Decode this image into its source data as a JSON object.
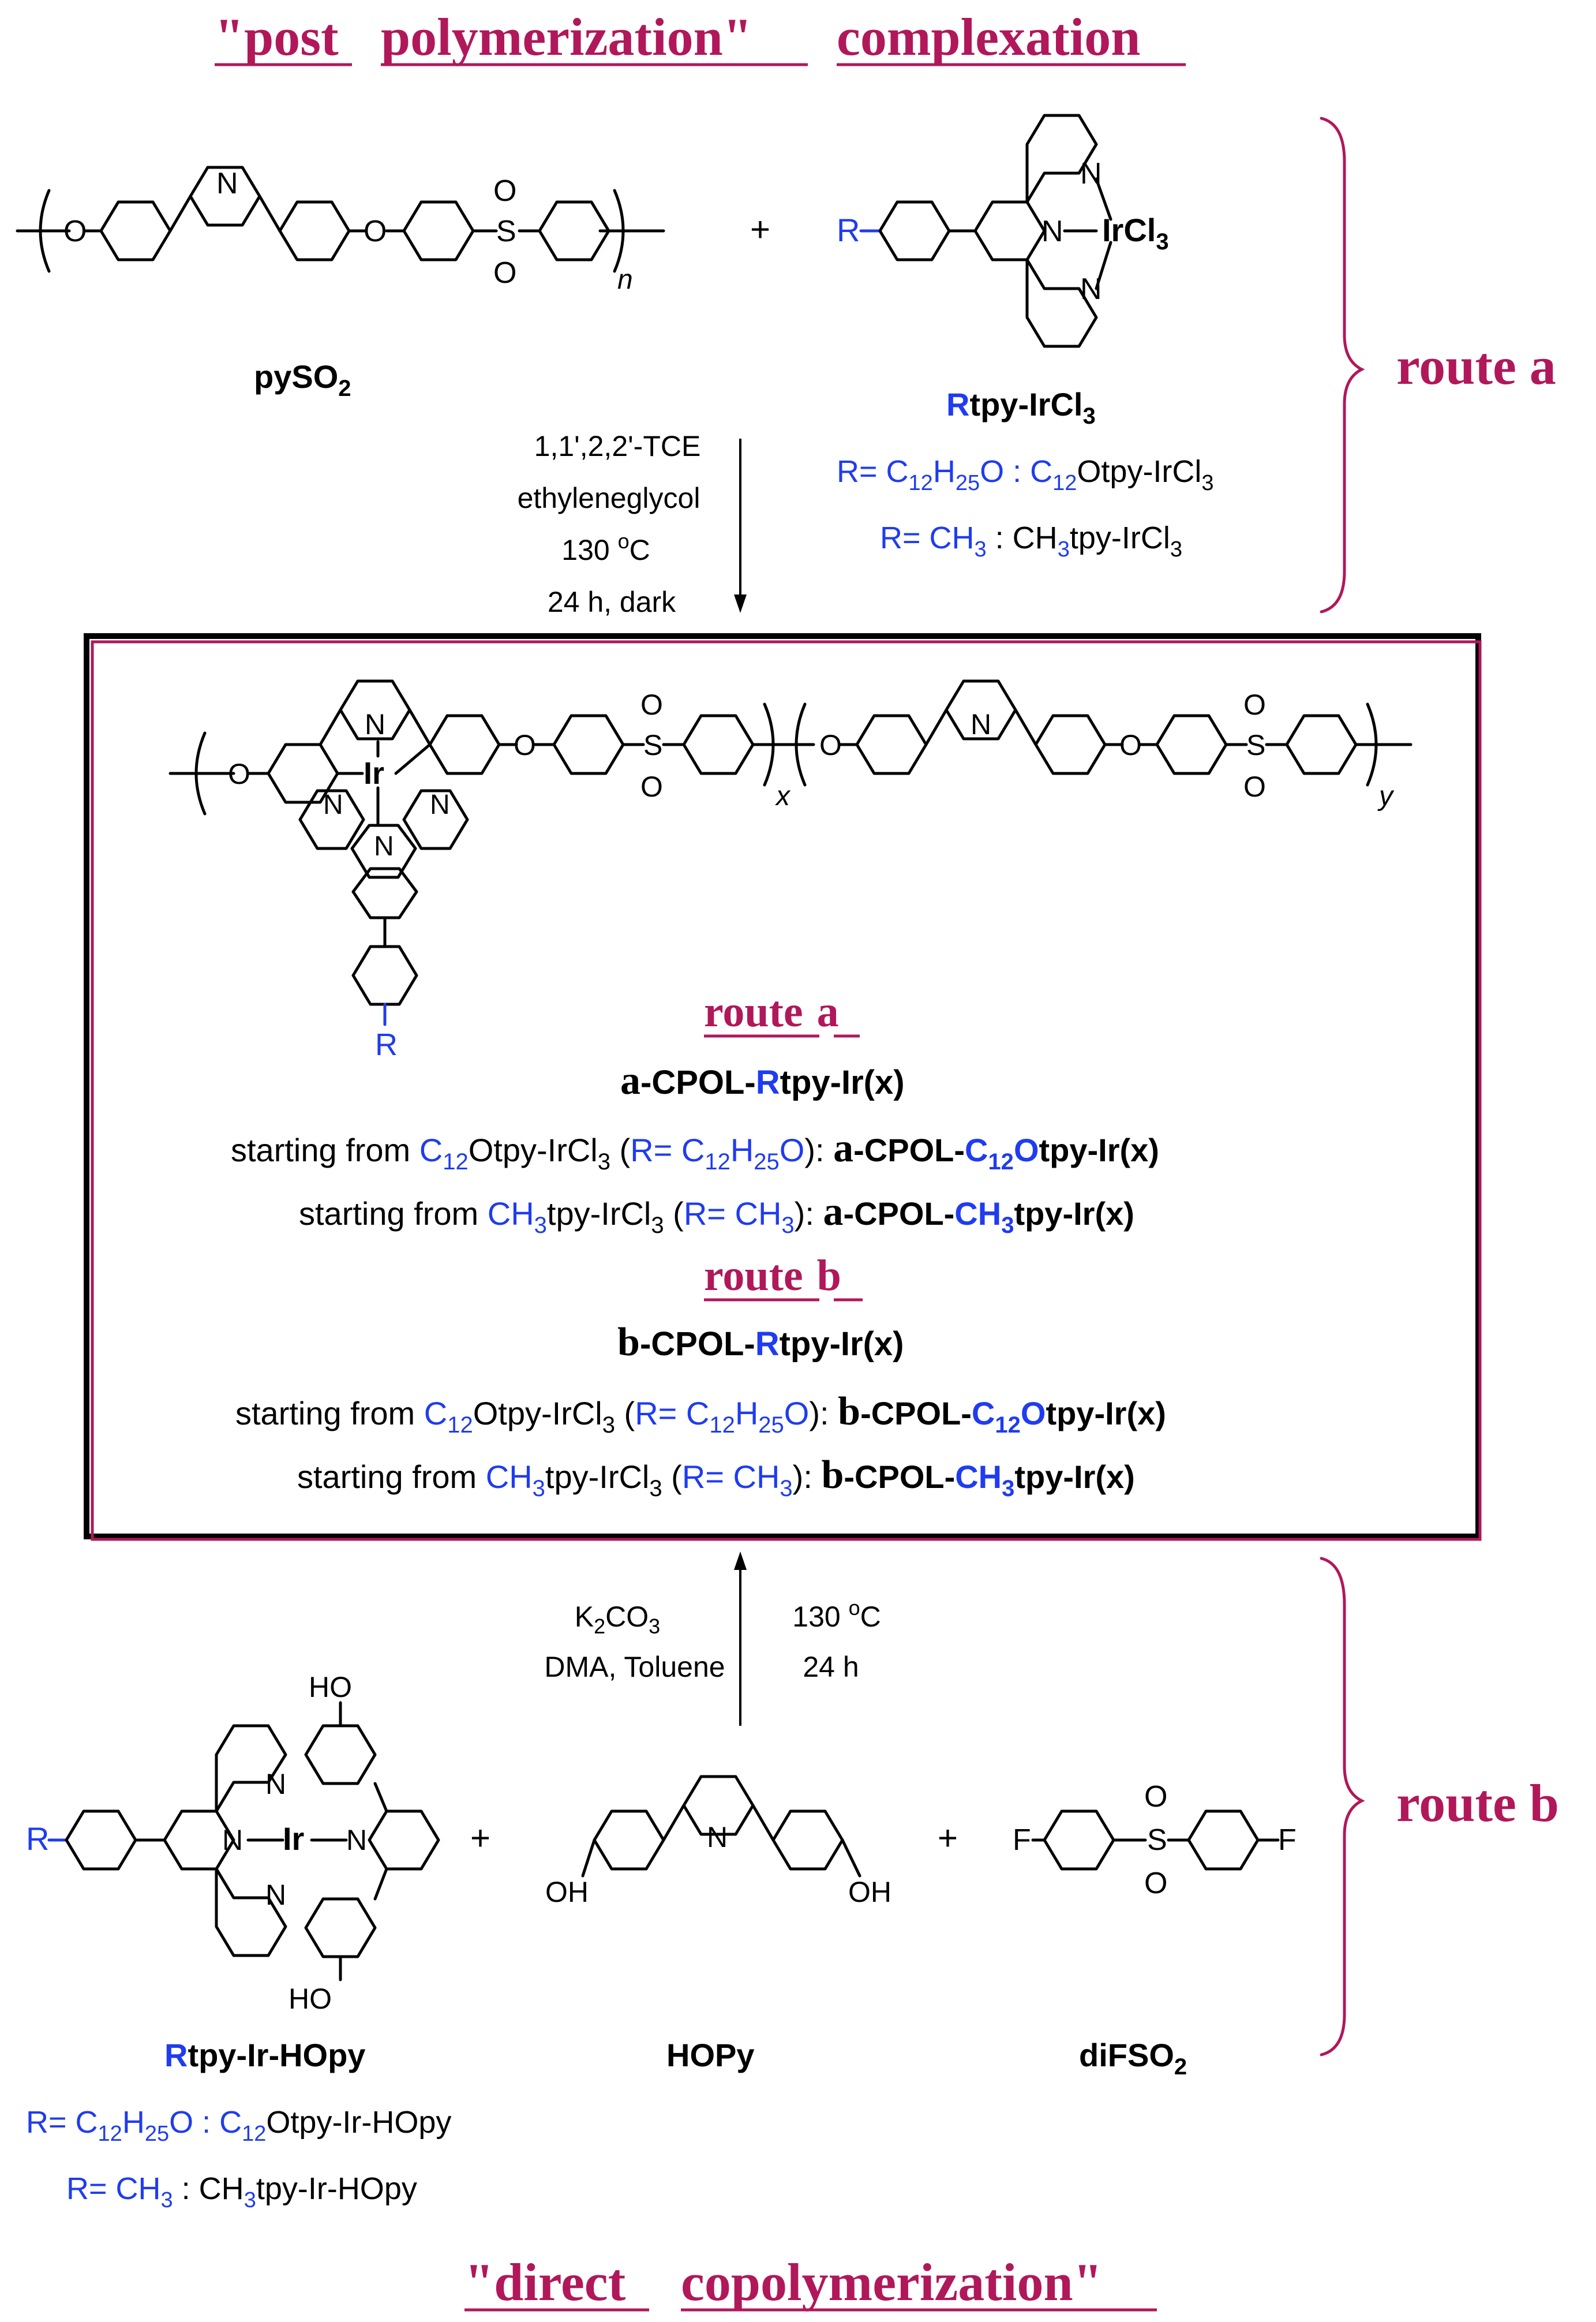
{
  "headings": {
    "top": [
      "\"post",
      "polymerization\"",
      "complexation"
    ],
    "bottom": [
      "\"direct",
      "copolymerization\""
    ],
    "route_a": "route a",
    "route_b": "route b"
  },
  "colors": {
    "heading": "#b0185a",
    "substituent": "#1f3cf0",
    "bond": "#000000"
  },
  "route_a_reactants": {
    "polymer_label": "pySO",
    "polymer_label_sub": "2",
    "repeat_n": "n",
    "plus": "+",
    "complex": {
      "ir_label": "IrCl",
      "ir_sub": "3",
      "N1": "N",
      "N2": "N",
      "N3": "N",
      "R": "R",
      "name_R": "R",
      "name_rest": "tpy-IrCl",
      "name_sub": "3"
    },
    "variants": [
      {
        "a": "R= C",
        "b": "12",
        "c": "H",
        "d": "25",
        "e": "O : C",
        "f": "12",
        "g": "Otpy-IrCl",
        "h": "3"
      },
      {
        "a": "R= CH",
        "b": "3",
        "c": " :  CH",
        "d": "3",
        "e": "tpy-IrCl",
        "f": "3"
      }
    ]
  },
  "route_a_conditions": [
    "1,1',2,2'-TCE",
    "ethyleneglycol",
    "130 ",
    "24 h, dark"
  ],
  "route_a_temp": {
    "o": "o",
    "c": "C"
  },
  "product": {
    "ir": "Ir",
    "N": "N",
    "R": "R",
    "x": "x",
    "y": "y",
    "route_a_label": [
      "route",
      "a"
    ],
    "route_a_title": {
      "prefix": "a",
      "p1": "-CPOL-",
      "R": "R",
      "p2": "tpy-Ir(x)"
    },
    "route_a_lines": [
      {
        "start": "starting from ",
        "c": "C",
        "c_sub": "12",
        "rest": "Otpy-IrCl",
        "rest_sub": "3",
        "paren_open": " (",
        "r": "R= C",
        "r_sub1": "12",
        "h": "H",
        "r_sub2": "25",
        "o": "O",
        "paren_close": "): ",
        "pfx": "a",
        "cp": "-CPOL-",
        "hl": "C",
        "hl_sub": "12",
        "hl2": "O",
        "end": "tpy-Ir(x)"
      },
      {
        "start": "starting from ",
        "c": "CH",
        "c_sub": "3",
        "rest": "tpy-IrCl",
        "rest_sub": "3",
        "paren_open": " (",
        "r": "R= CH",
        "r_sub1": "3",
        "paren_close": "): ",
        "pfx": "a",
        "cp": "-CPOL-",
        "hl": "CH",
        "hl_sub": "3",
        "end": "tpy-Ir(x)"
      }
    ],
    "route_b_label": [
      "route",
      "b"
    ],
    "route_b_title": {
      "prefix": "b",
      "p1": "-CPOL-",
      "R": "R",
      "p2": "tpy-Ir(x)"
    },
    "route_b_lines": [
      {
        "start": "starting from ",
        "c": "C",
        "c_sub": "12",
        "rest": "Otpy-IrCl",
        "rest_sub": "3",
        "paren_open": " (",
        "r": "R= C",
        "r_sub1": "12",
        "h": "H",
        "r_sub2": "25",
        "o": "O",
        "paren_close": "): ",
        "pfx": "b",
        "cp": "-CPOL-",
        "hl": "C",
        "hl_sub": "12",
        "hl2": "O",
        "end": "tpy-Ir(x)"
      },
      {
        "start": "starting from ",
        "c": "CH",
        "c_sub": "3",
        "rest": "tpy-IrCl",
        "rest_sub": "3",
        "paren_open": " (",
        "r": "R= CH",
        "r_sub1": "3",
        "paren_close": "): ",
        "pfx": "b",
        "cp": "-CPOL-",
        "hl": "CH",
        "hl_sub": "3",
        "end": "tpy-Ir(x)"
      }
    ]
  },
  "route_b_conditions": {
    "left": [
      {
        "a": "K",
        "sub": "2",
        "b": "CO",
        "sub2": "3"
      },
      "DMA, Toluene"
    ],
    "right": [
      "130 ",
      "24 h"
    ],
    "o": "o",
    "c": "C"
  },
  "route_b_reactants": {
    "complex": {
      "ir": "Ir",
      "N": "N",
      "HO": "HO",
      "R": "R",
      "name_R": "R",
      "name_rest": "tpy-Ir-HOpy"
    },
    "plus": "+",
    "hopy": {
      "label": "HOPy",
      "OH": "OH",
      "N": "N"
    },
    "difso2": {
      "label": "diFSO",
      "sub": "2",
      "F": "F",
      "S": "S",
      "O": "O"
    },
    "variants": [
      {
        "a": "R= C",
        "b": "12",
        "c": "H",
        "d": "25",
        "e": "O : C",
        "f": "12",
        "g": "Otpy-Ir-HOpy"
      },
      {
        "a": "R= CH",
        "b": "3",
        "c": " : CH",
        "d": "3",
        "e": "tpy-Ir-HOpy"
      }
    ]
  }
}
